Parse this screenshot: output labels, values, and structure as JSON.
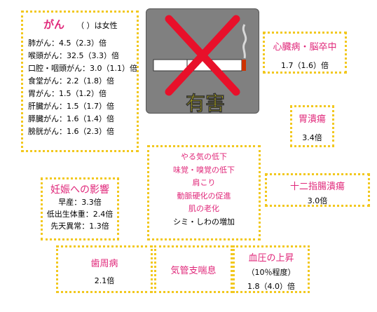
{
  "cancer": {
    "title": "がん",
    "note": "（ ）は女性",
    "items": [
      "肺がん：4.5（2.3）倍",
      "喉頭がん：32.5（3.3）倍",
      "口腔・咽頭がん：3.0（1.1）倍",
      "食堂がん：2.2（1.8）倍",
      "胃がん：1.5（1.2）倍",
      "肝臓がん：1.5（1.7）倍",
      "膵臓がん：1.6（1.4）倍",
      "膀胱がん：1.6（2.3）倍"
    ]
  },
  "no_smoking": {
    "label": "有害",
    "icon": "no-smoking-icon"
  },
  "cardio": {
    "title": "心臓病・脳卒中",
    "value": "1.7（1.6）倍"
  },
  "gastric": {
    "title": "胃潰瘍",
    "value": "3.4倍"
  },
  "symptoms": {
    "items": [
      "やる気の低下",
      "味覚・嗅覚の低下",
      "肩こり",
      "動脈硬化の促進",
      "肌の老化"
    ],
    "last": "シミ・しわの増加"
  },
  "duodenal": {
    "title": "十二指腸潰瘍",
    "value": "3.0倍"
  },
  "pregnancy": {
    "title": "妊娠への影響",
    "items": [
      "早産：3.3倍",
      "低出生体重：2.4倍",
      "先天異常：1.3倍"
    ]
  },
  "periodontal": {
    "title": "歯周病",
    "value": "2.1倍"
  },
  "asthma": {
    "title": "気管支喘息"
  },
  "bp": {
    "title": "血圧の上昇",
    "note": "（10％程度）",
    "value": "1.8（4.0）倍"
  },
  "colors": {
    "accent": "#e0287a",
    "border": "#f2c81e",
    "cross": "#e8102a",
    "label": "#f5e600"
  }
}
